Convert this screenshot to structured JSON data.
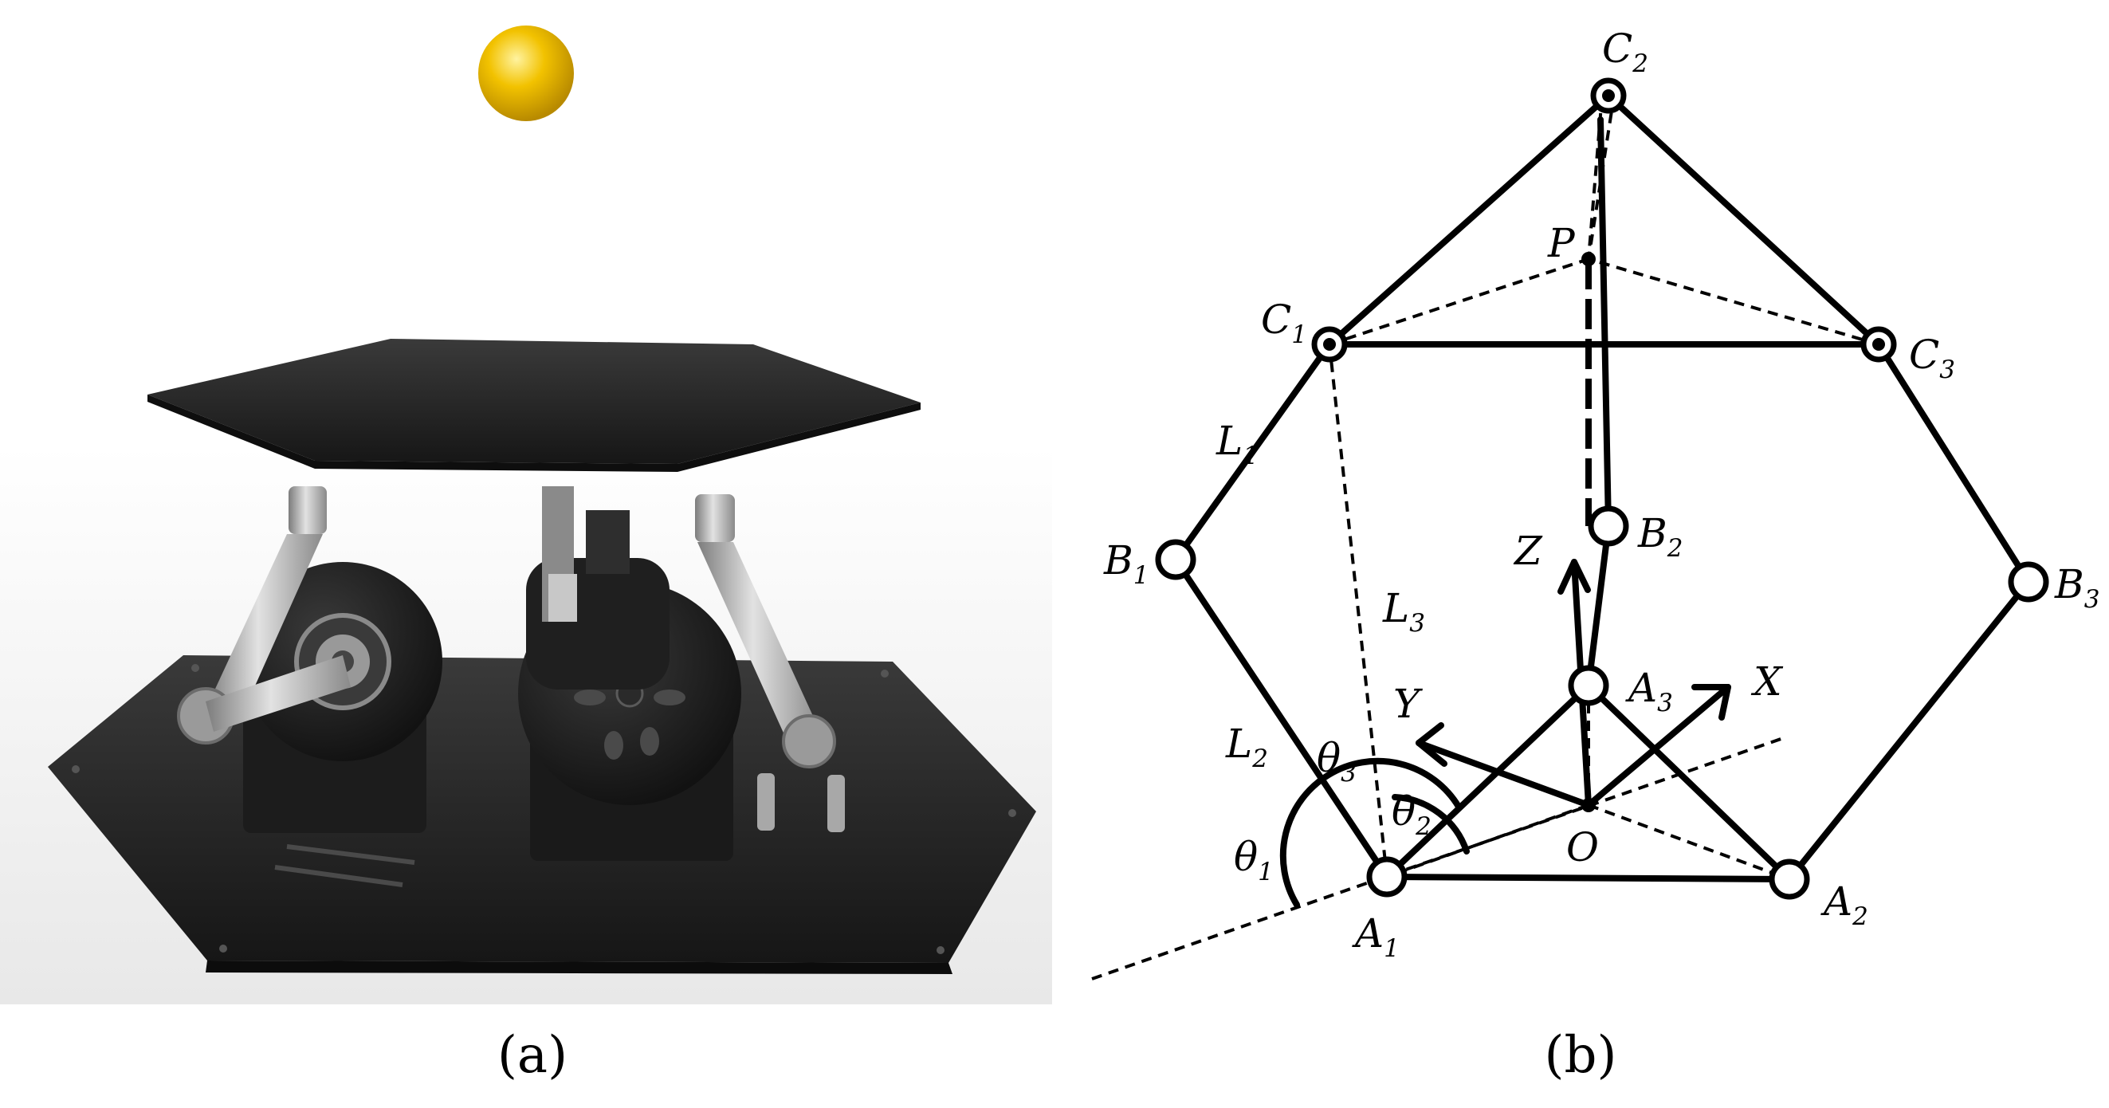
{
  "captions": {
    "left": "(a)",
    "right": "(b)"
  },
  "labels": {
    "C1": {
      "base": "C",
      "sub": "1"
    },
    "C2": {
      "base": "C",
      "sub": "2"
    },
    "C3": {
      "base": "C",
      "sub": "3"
    },
    "B1": {
      "base": "B",
      "sub": "1"
    },
    "B2": {
      "base": "B",
      "sub": "2"
    },
    "B3": {
      "base": "B",
      "sub": "3"
    },
    "A1": {
      "base": "A",
      "sub": "1"
    },
    "A2": {
      "base": "A",
      "sub": "2"
    },
    "A3": {
      "base": "A",
      "sub": "3"
    },
    "L1": {
      "base": "L",
      "sub": "1"
    },
    "L2": {
      "base": "L",
      "sub": "2"
    },
    "L3": {
      "base": "L",
      "sub": "3"
    },
    "theta1": {
      "base": "θ",
      "sub": "1"
    },
    "theta2": {
      "base": "θ",
      "sub": "2"
    },
    "theta3": {
      "base": "θ",
      "sub": "3"
    },
    "P": "P",
    "O": "O",
    "X": "X",
    "Y": "Y",
    "Z": "Z"
  },
  "colors": {
    "ball": "#f2c200",
    "plate": "#2a2a2a",
    "metal": "#b8b8b8",
    "motor": "#1e1e1e"
  }
}
